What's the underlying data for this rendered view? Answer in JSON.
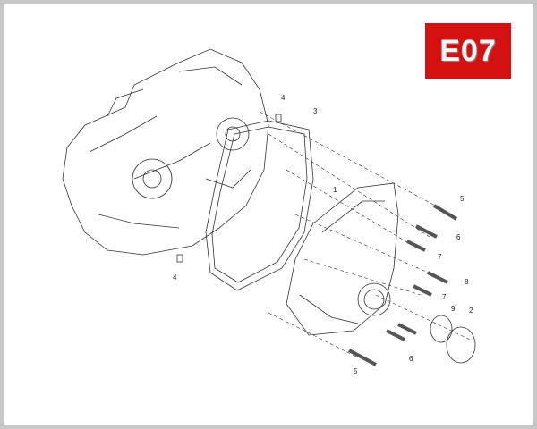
{
  "badge": {
    "label": "E07",
    "color": "#d41010"
  },
  "callouts": [
    "1",
    "2",
    "3",
    "4",
    "4",
    "5",
    "5",
    "6",
    "6",
    "7",
    "7",
    "8",
    "9"
  ]
}
